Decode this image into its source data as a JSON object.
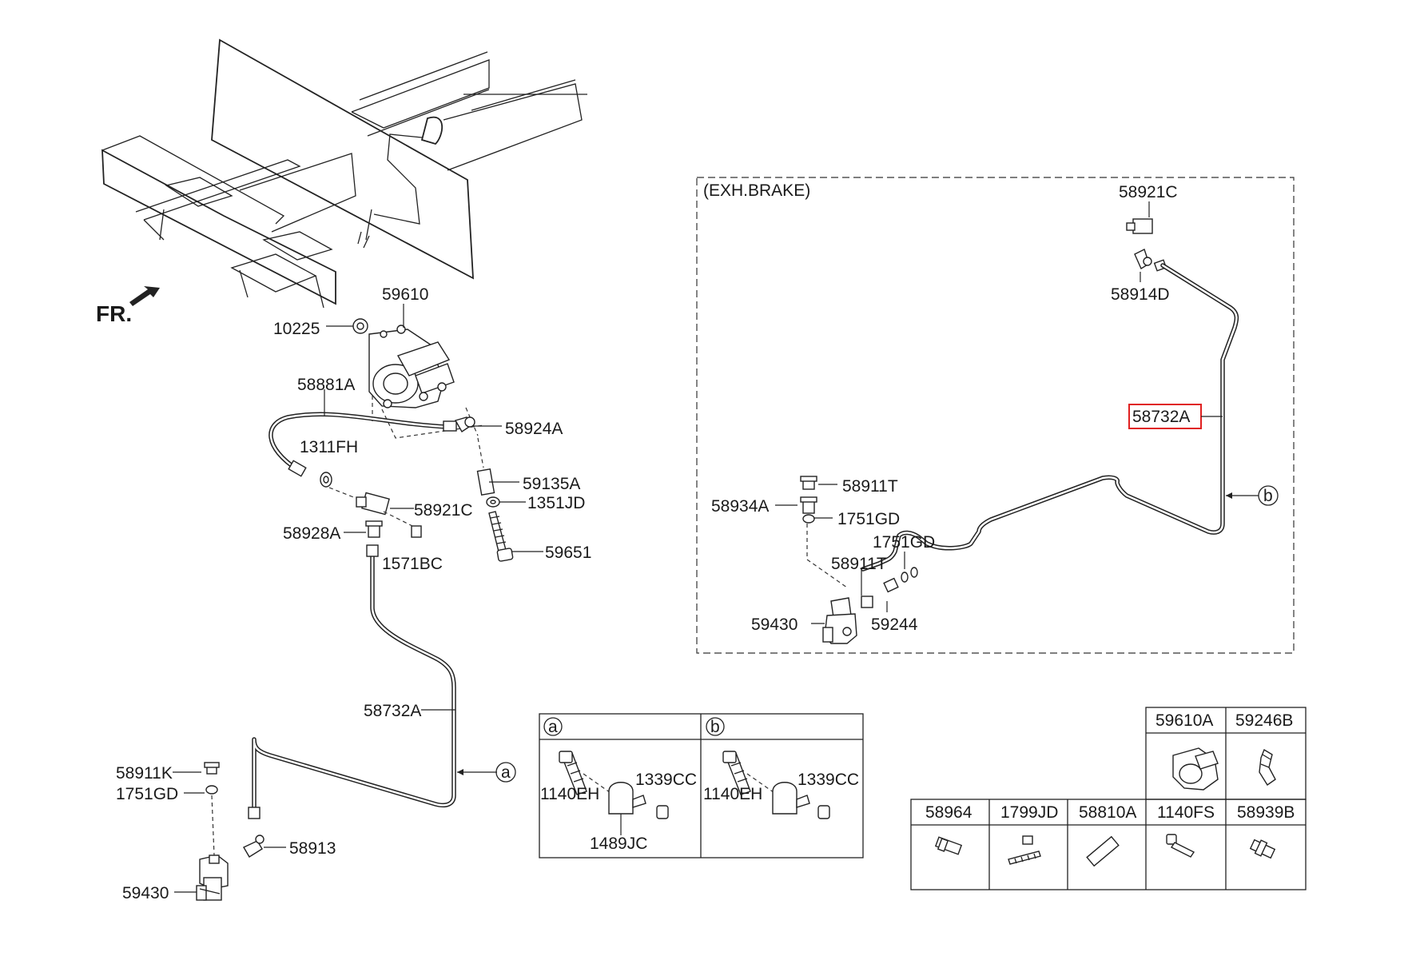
{
  "labels": {
    "fr": "FR.",
    "exh_brake": "(EXH.BRAKE)",
    "p59610": "59610",
    "p10225": "10225",
    "p58881A": "58881A",
    "p58924A": "58924A",
    "p1311FH": "1311FH",
    "p59135A": "59135A",
    "p1351JD": "1351JD",
    "p58921C_main": "58921C",
    "p58928A": "58928A",
    "p1571BC": "1571BC",
    "p59651": "59651",
    "p58732A_main": "58732A",
    "p58911K": "58911K",
    "p1751GD_main": "1751GD",
    "p58913": "58913",
    "p59430_main": "59430",
    "callout_a": "a",
    "p58921C_exh": "58921C",
    "p58914D": "58914D",
    "p58732A_exh": "58732A",
    "callout_b": "b",
    "p58911T_1": "58911T",
    "p58934A": "58934A",
    "p1751GD_1": "1751GD",
    "p1751GD_2": "1751GD",
    "p58911T_2": "58911T",
    "p59430_exh": "59430",
    "p59244": "59244"
  },
  "detail_table": {
    "a": {
      "header": "a",
      "bolt": "1140EH",
      "nut": "1339CC",
      "clip": "1489JC"
    },
    "b": {
      "header": "b",
      "bolt": "1140EH",
      "nut": "1339CC"
    }
  },
  "parts_table": {
    "top_row": [
      "59610A",
      "59246B"
    ],
    "bottom_row": [
      "58964",
      "1799JD",
      "58810A",
      "1140FS",
      "58939B"
    ]
  },
  "highlight": {
    "part": "58732A",
    "color": "#e02020"
  }
}
